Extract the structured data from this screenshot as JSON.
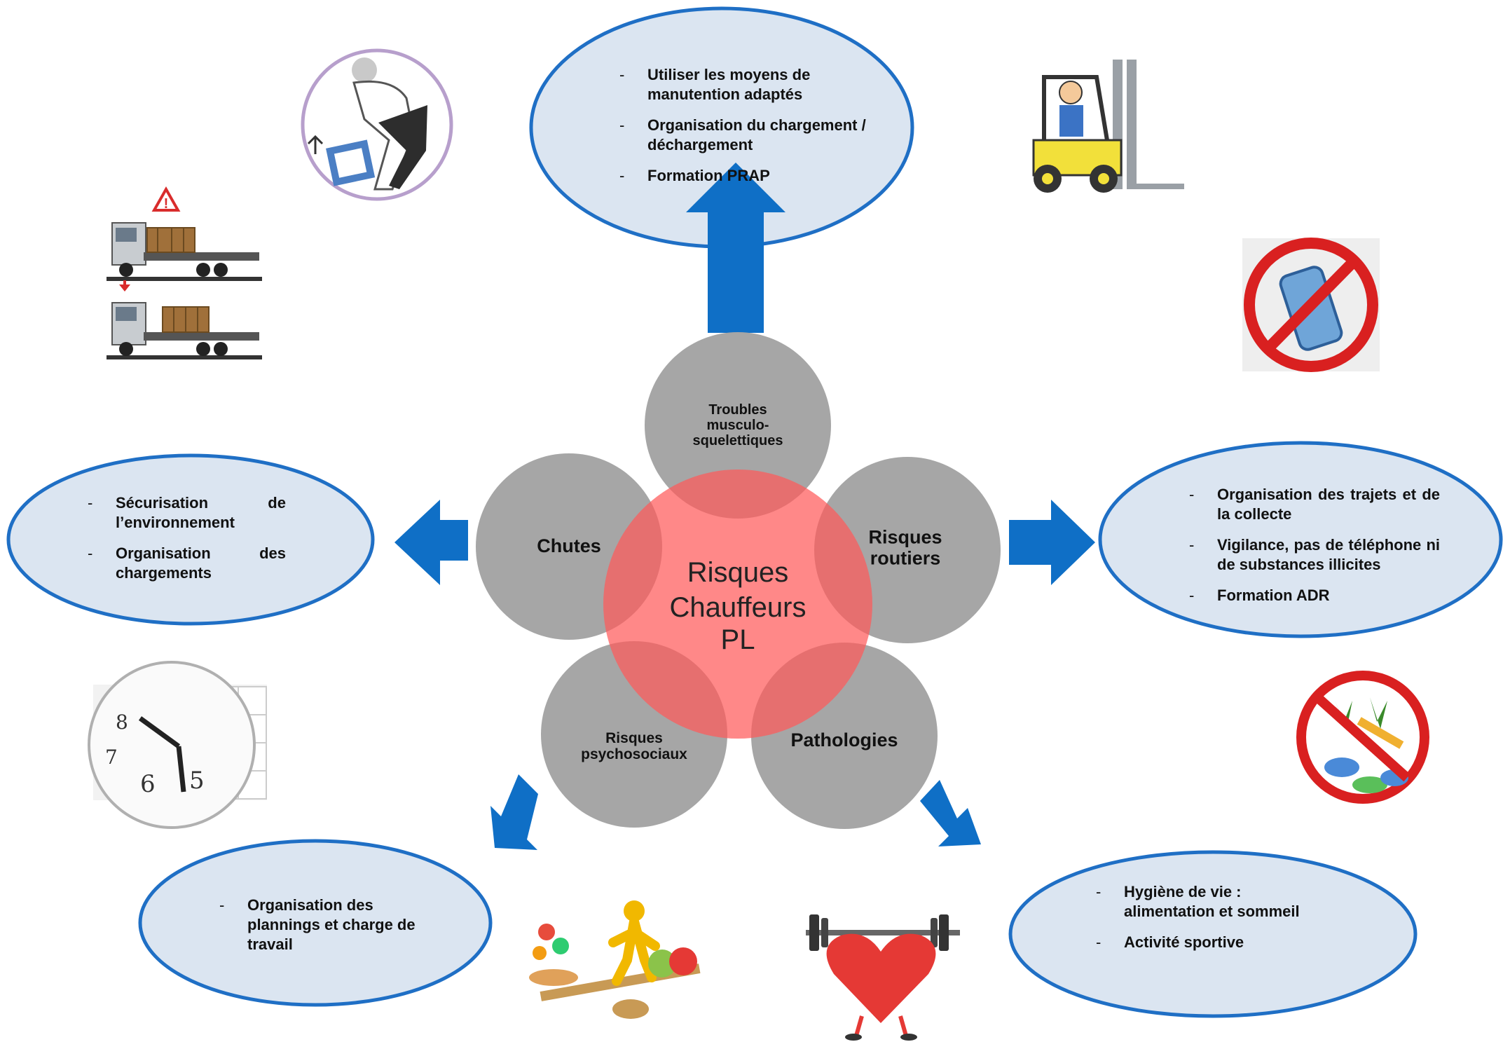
{
  "center": {
    "line1": "Risques",
    "line2": "Chauffeurs",
    "line3": "PL"
  },
  "risks": {
    "tms": "Troubles musculo-squelettiques",
    "chutes": "Chutes",
    "routiers": "Risques routiers",
    "psychosociaux": "Risques psychosociaux",
    "pathologies": "Pathologies"
  },
  "bubbles": {
    "top": [
      "Utiliser les moyens de manutention adaptés",
      "Organisation du chargement / déchargement",
      "Formation PRAP"
    ],
    "left": [
      "Sécurisation de l’environnement",
      "Organisation des chargements"
    ],
    "right": [
      "Organisation des trajets et de la collecte",
      "Vigilance, pas de téléphone ni de substances illicites",
      "Formation ADR"
    ],
    "bottom_left": [
      "Organisation des plannings et charge de travail"
    ],
    "bottom_right": [
      "Hygiène de vie : alimentation et sommeil",
      "Activité sportive"
    ]
  },
  "colors": {
    "risk_circle": "#a6a6a6",
    "center_circle": "#ff7b7b",
    "bubble_fill": "#dbe5f1",
    "bubble_stroke": "#1f6fc5",
    "arrow": "#0f6fc6"
  }
}
